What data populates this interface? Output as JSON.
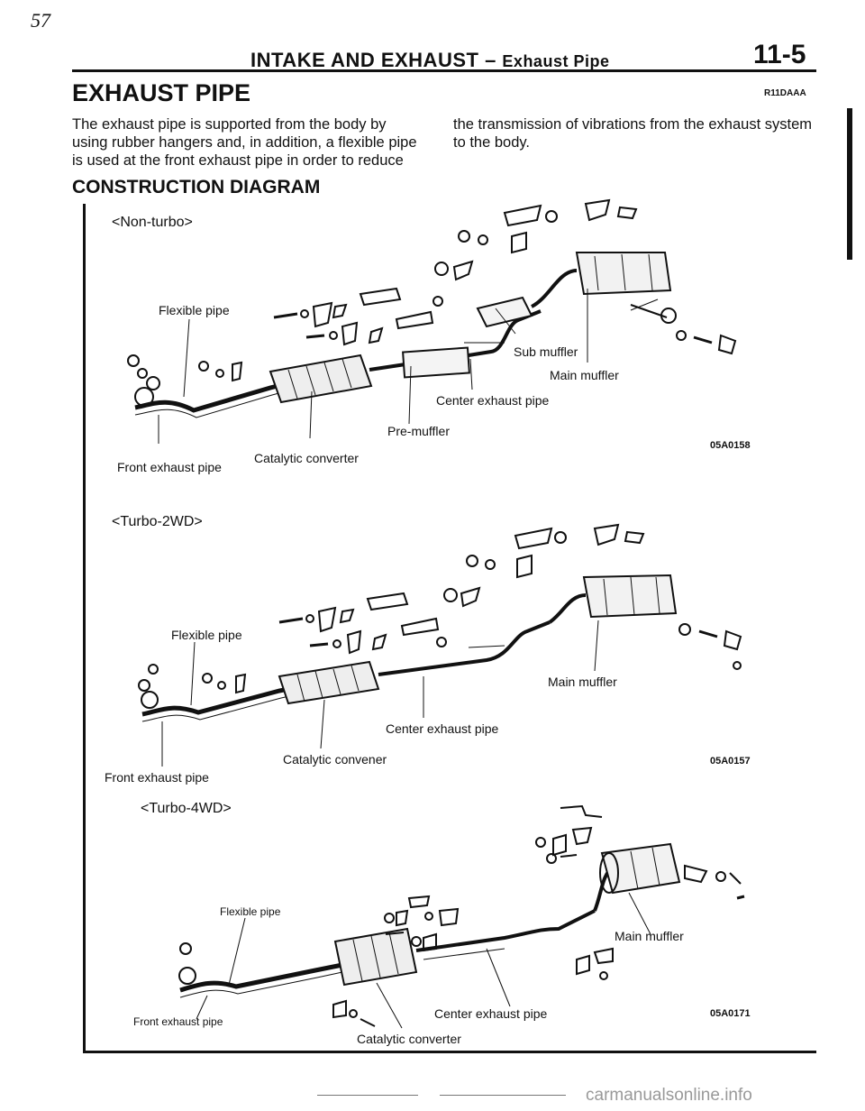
{
  "header": {
    "corner_mark": "57",
    "title_main": "INTAKE AND EXHAUST",
    "title_sep": " – ",
    "title_sub": "Exhaust Pipe",
    "page_number": "11-5"
  },
  "section": {
    "title": "EXHAUST PIPE",
    "code": "R11DAAA",
    "paragraph_left": "The exhaust pipe is supported from the body by using rubber hangers and, in addition, a flexible pipe is used at the front exhaust pipe in order to reduce",
    "paragraph_right": "the transmission of vibrations from the exhaust system to the body."
  },
  "diagram": {
    "title": "CONSTRUCTION DIAGRAM",
    "panels": [
      {
        "label": "<Non-turbo>",
        "figure_code": "05A0158",
        "callouts": {
          "flexible_pipe": "Flexible pipe",
          "sub_muffler": "Sub muffler",
          "main_muffler": "Main muffler",
          "center_exhaust_pipe": "Center exhaust pipe",
          "pre_muffler": "Pre-muffler",
          "front_exhaust_pipe": "Front exhaust pipe",
          "catalytic_converter": "Catalytic converter"
        }
      },
      {
        "label": "<Turbo-2WD>",
        "figure_code": "05A0157",
        "callouts": {
          "flexible_pipe": "Flexible pipe",
          "main_muffler": "Main muffler",
          "center_exhaust_pipe": "Center exhaust pipe",
          "catalytic_converter": "Catalytic convener",
          "front_exhaust_pipe": "Front exhaust pipe"
        }
      },
      {
        "label": "<Turbo-4WD>",
        "figure_code": "05A0171",
        "callouts": {
          "flexible_pipe": "Flexible pipe",
          "main_muffler": "Main muffler",
          "center_exhaust_pipe": "Center exhaust pipe",
          "front_exhaust_pipe": "Front exhaust pipe",
          "catalytic_converter": "Catalytic converter"
        }
      }
    ]
  },
  "footer": {
    "watermark": "carmanualsonline.info"
  }
}
